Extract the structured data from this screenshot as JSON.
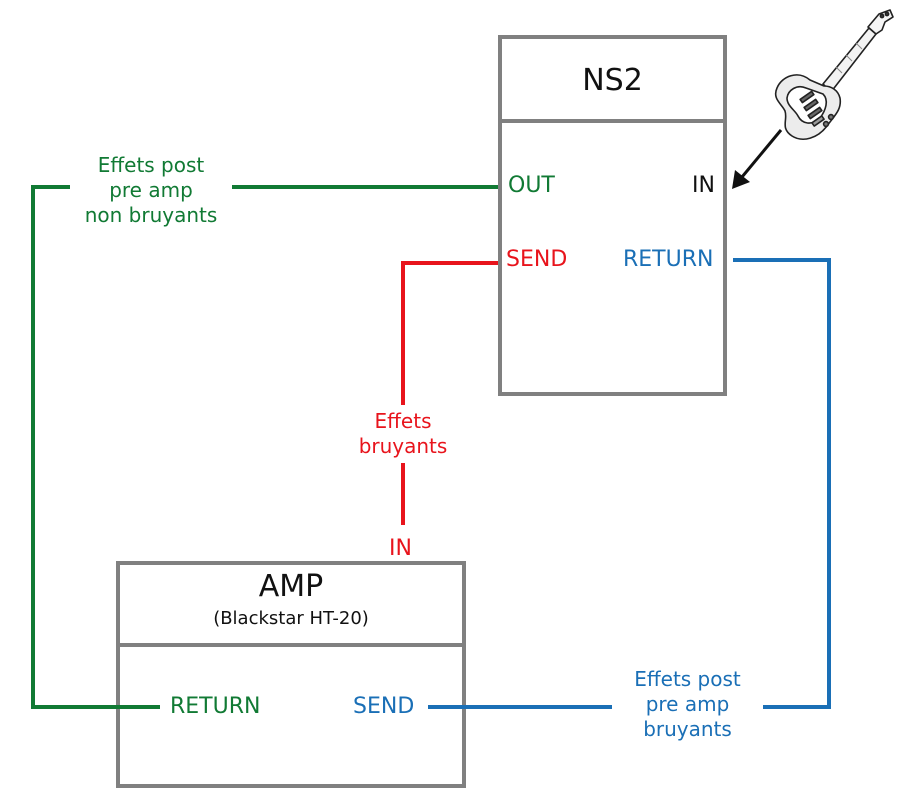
{
  "ns2": {
    "title": "NS2",
    "ports": {
      "out": "OUT",
      "in": "IN",
      "send": "SEND",
      "return": "RETURN"
    }
  },
  "amp": {
    "title": "AMP",
    "subtitle": "(Blackstar HT-20)",
    "ports": {
      "in": "IN",
      "return": "RETURN",
      "send": "SEND"
    }
  },
  "notes": {
    "green": [
      "Effets post",
      "pre amp",
      "non bruyants"
    ],
    "red": [
      "Effets",
      "bruyants"
    ],
    "blue": [
      "Effets post",
      "pre amp",
      "bruyants"
    ]
  },
  "colors": {
    "green": "#117a34",
    "red": "#e8141c",
    "blue": "#1a6fb6",
    "box": "#808080",
    "text": "#111111"
  },
  "icons": {
    "guitar": "electric-guitar-icon"
  }
}
